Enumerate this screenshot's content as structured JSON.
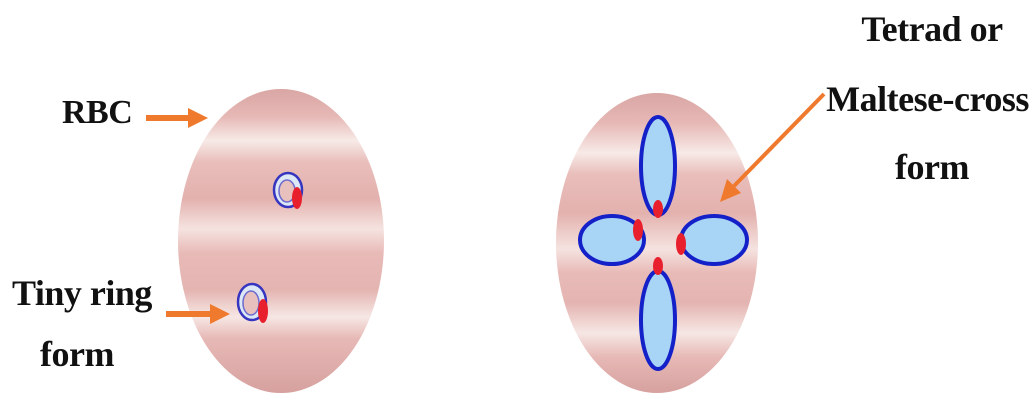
{
  "labels": {
    "rbc": "RBC",
    "tiny_ring_line1": "Tiny ring",
    "tiny_ring_line2": "form",
    "tetrad_line1": "Tetrad or",
    "tetrad_line2": "Maltese-cross",
    "tetrad_line3": "form"
  },
  "colors": {
    "cell_fill": "#e8b9b6",
    "cell_band": "#f8ece9",
    "arrow": "#ef7a2e",
    "ring_outline": "#3535c0",
    "ring_fill": "#cfe0f3",
    "chromatin": "#e8202e",
    "merozoite_outline": "#1420c8",
    "merozoite_fill": "#a8d4f5"
  },
  "icons": {
    "arrow": "arrow-right-icon",
    "ring": "ring-form-icon",
    "merozoite": "merozoite-icon"
  }
}
